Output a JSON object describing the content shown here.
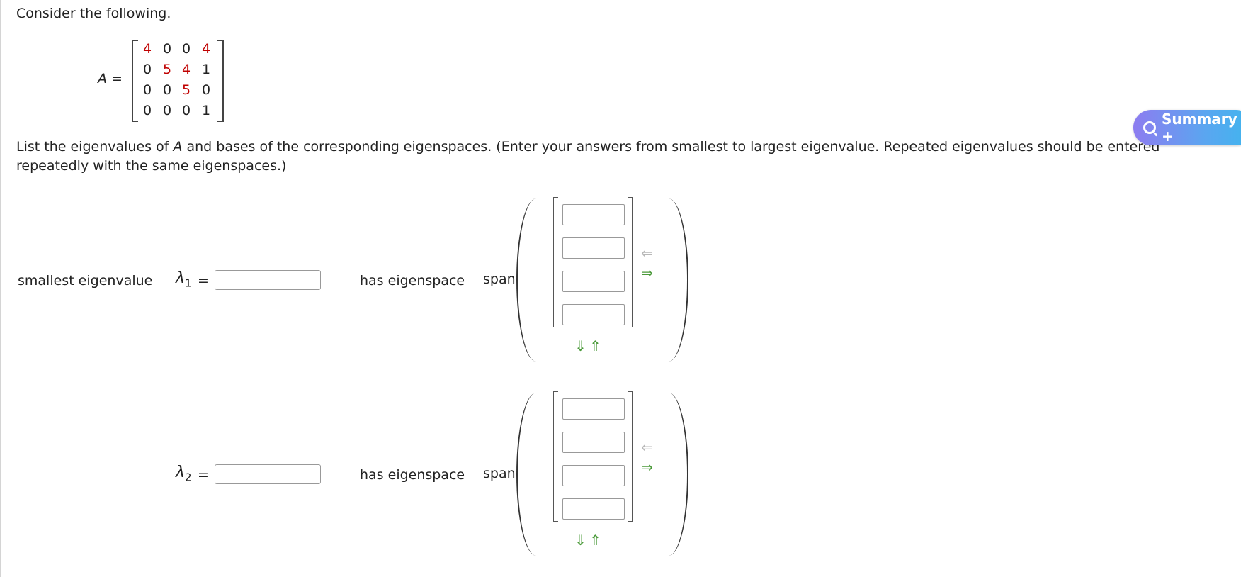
{
  "intro": "Consider the following.",
  "matrix": {
    "label_var": "A",
    "label_eq": " =",
    "rows": [
      [
        {
          "v": "4",
          "red": true
        },
        {
          "v": "0",
          "red": false
        },
        {
          "v": "0",
          "red": false
        },
        {
          "v": "4",
          "red": true
        }
      ],
      [
        {
          "v": "0",
          "red": false
        },
        {
          "v": "5",
          "red": true
        },
        {
          "v": "4",
          "red": true
        },
        {
          "v": "1",
          "red": false
        }
      ],
      [
        {
          "v": "0",
          "red": false
        },
        {
          "v": "0",
          "red": false
        },
        {
          "v": "5",
          "red": true
        },
        {
          "v": "0",
          "red": false
        }
      ],
      [
        {
          "v": "0",
          "red": false
        },
        {
          "v": "0",
          "red": false
        },
        {
          "v": "0",
          "red": false
        },
        {
          "v": "1",
          "red": false
        }
      ]
    ],
    "red_color": "#c00000"
  },
  "question": {
    "part1": "List the eigenvalues of ",
    "var": "A",
    "part2": " and bases of the corresponding eigenspaces. (Enter your answers from smallest to largest eigenvalue. Repeated eigenvalues should be entered repeatedly with the same eigenspaces.)"
  },
  "summary": {
    "label": "Summary +"
  },
  "rows": [
    {
      "left_label": "smallest eigenvalue",
      "lambda": "λ",
      "sub": "1",
      "eq": "=",
      "value": "",
      "eigenspace_label": "has eigenspace",
      "span_label": "span",
      "vector": [
        "",
        "",
        "",
        ""
      ]
    },
    {
      "left_label": "",
      "lambda": "λ",
      "sub": "2",
      "eq": "=",
      "value": "",
      "eigenspace_label": "has eigenspace",
      "span_label": "span",
      "vector": [
        "",
        "",
        "",
        ""
      ]
    }
  ],
  "icons": {
    "remove_column": "arrow-left-icon",
    "add_column": "arrow-right-icon",
    "add_row": "arrow-down-icon",
    "remove_row": "arrow-up-icon"
  },
  "colors": {
    "arrow_active": "#4b9a3a",
    "arrow_inactive": "#b8b8b8",
    "summary_from": "#8d7cf0",
    "summary_to": "#3fb6ee"
  }
}
